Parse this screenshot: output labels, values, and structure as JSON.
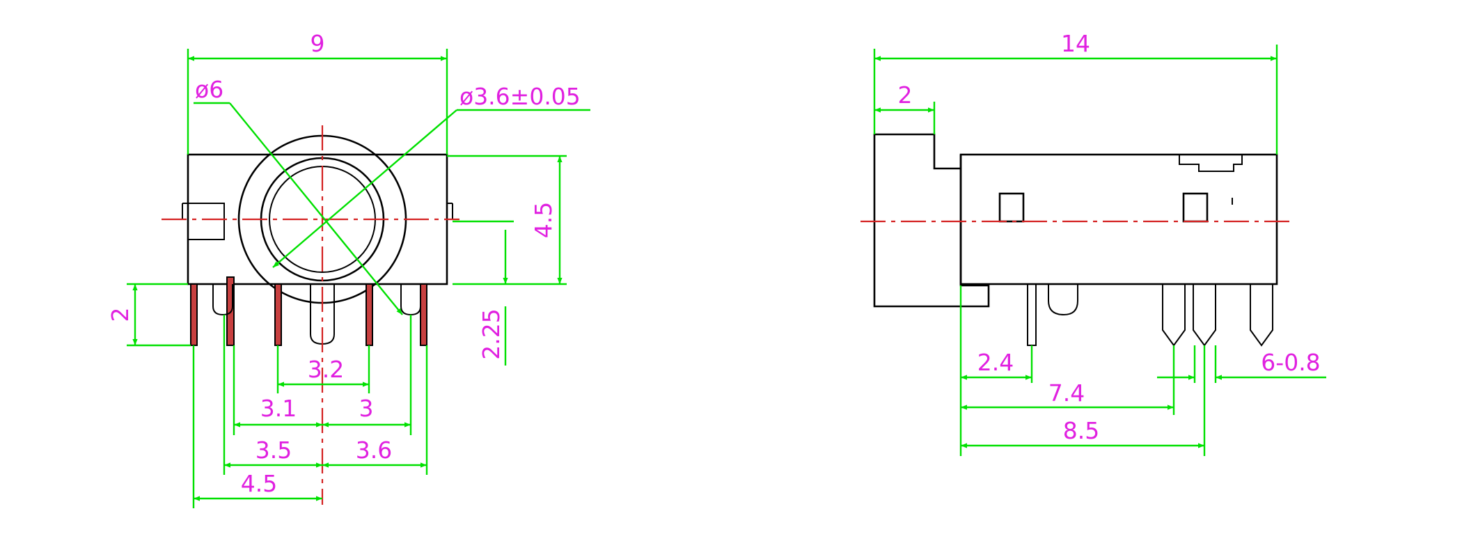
{
  "front_view": {
    "width": "9",
    "outer_diameter": "ø6",
    "inner_diameter": "ø3.6±0.05",
    "height_to_top": "4.5",
    "pin_length": "2",
    "center_to_pin_tip": "2.25",
    "inner_pin_span": "3.2",
    "left_inner_offset": "3.1",
    "right_inner_offset": "3",
    "left_mid_offset": "3.5",
    "right_mid_offset": "3.6",
    "left_outer_offset": "4.5"
  },
  "side_view": {
    "length": "14",
    "flange_length": "2",
    "first_pin": "2.4",
    "second_pin": "7.4",
    "third_pin": "8.5",
    "pin_diameter": "6-0.8"
  },
  "colors": {
    "outline": "#000000",
    "dimension_lines": "#00e000",
    "labels": "#e020e0",
    "center_lines": "#d42020"
  }
}
